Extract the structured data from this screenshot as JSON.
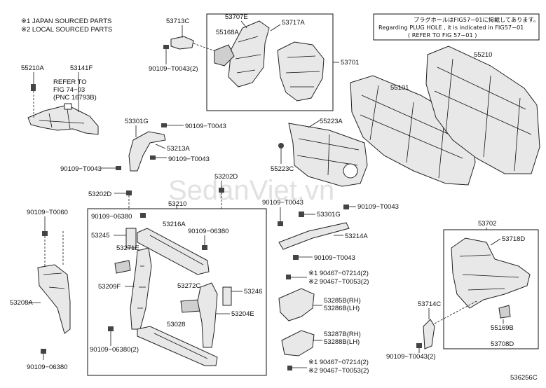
{
  "legend": {
    "line1": "※1 JAPAN SOURCED PARTS",
    "line2": "※2 LOCAL SOURCED PARTS"
  },
  "note": {
    "line1": "プラグホールはFIG57−01に掲載してあります。",
    "line2": "Regarding PLUG HOLE , it is indicated in FIG57−01",
    "line3": "(   REFER TO FIG 57−01   )"
  },
  "refer": {
    "line1": "REFER TO",
    "line2": "FIG 74−03",
    "line3": "(PNC 16793B)"
  },
  "watermark": "SedanViet.vn",
  "figure_code": "536256C",
  "labels": {
    "l55210A": "55210A",
    "l53141F": "53141F",
    "l53713C": "53713C",
    "l53707E": "53707E",
    "l53717A": "53717A",
    "l55168A": "55168A",
    "l53701": "53701",
    "l90109_T0043_2a": "90109−T0043(2)",
    "l53301G": "53301G",
    "l90109_T0043_a": "90109−T0043",
    "l53213A": "53213A",
    "l90109_T0043_b": "90109−T0043",
    "l90109_T0043_c": "90109−T0043",
    "l55223A": "55223A",
    "l55223C": "55223C",
    "l55101": "55101",
    "l55210": "55210",
    "l53202D": "53202D",
    "l53202D_b": "53202D",
    "l53210": "53210",
    "l90109_T0060": "90109−T0060",
    "l90109_06380_a": "90109−06380",
    "l53216A": "53216A",
    "l90109_06380_b": "90109−06380",
    "l53245": "53245",
    "l53271E": "53271E",
    "l53209F": "53209F",
    "l53208A": "53208A",
    "l53272C": "53272C",
    "l53246": "53246",
    "l53204E": "53204E",
    "l53028": "53028",
    "l90109_06380_2": "90109−06380(2)",
    "l90109_06380_c": "90109−06380",
    "l90109_T0043_d": "90109−T0043",
    "l90109_T0043_e": "90109−T0043",
    "l53301G_b": "53301G",
    "l53214A": "53214A",
    "l90109_T0043_f": "90109−T0043",
    "l90467_07214_a": "※1 90467−07214(2)",
    "l90467_T0053_a": "※2 90467−T0053(2)",
    "l53285B": "53285B(RH)",
    "l53286B": "53286B(LH)",
    "l53287B": "53287B(RH)",
    "l53288B": "53288B(LH)",
    "l90467_07214_b": "※1 90467−07214(2)",
    "l90467_T0053_b": "※2 90467−T0053(2)",
    "l53702": "53702",
    "l53718D": "53718D",
    "l53714C": "53714C",
    "l55169B": "55169B",
    "l53708D": "53708D",
    "l90109_T0043_2b": "90109−T0043(2)"
  }
}
